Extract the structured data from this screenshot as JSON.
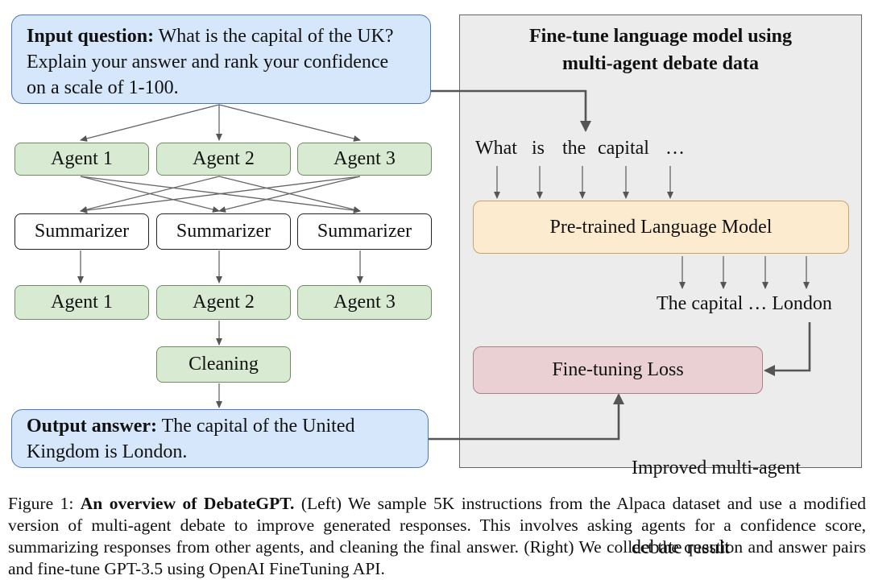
{
  "input": {
    "prefix": "Input question:",
    "text": " What is the capital of the UK? Explain your answer and rank your confidence on a scale of 1-100."
  },
  "agents_round1": [
    "Agent 1",
    "Agent 2",
    "Agent 3"
  ],
  "summarizers": [
    "Summarizer",
    "Summarizer",
    "Summarizer"
  ],
  "agents_round2": [
    "Agent 1",
    "Agent 2",
    "Agent 3"
  ],
  "cleaning": "Cleaning",
  "output": {
    "prefix": "Output answer:",
    "text": " The capital of the United Kingdom is London."
  },
  "right_panel": {
    "title_line1": "Fine-tune language model using",
    "title_line2": "multi-agent debate data",
    "tokens_in": [
      "What",
      "is",
      "the",
      "capital",
      "…"
    ],
    "model": "Pre-trained Language Model",
    "tokens_out": "The capital … London",
    "loss": "Fine-tuning Loss",
    "improved_line1": "Improved multi-agent",
    "improved_line2": "debate result"
  },
  "caption": {
    "figure": "Figure 1: ",
    "bold": "An overview of DebateGPT.",
    "text": " (Left) We sample 5K instructions from the Alpaca dataset and use a modified version of multi-agent debate to improve generated responses. This involves asking agents for a confidence score, summarizing responses from other agents, and cleaning the final answer. (Right) We collect the question and answer pairs and fine-tune GPT-3.5 using OpenAI FineTuning API."
  }
}
